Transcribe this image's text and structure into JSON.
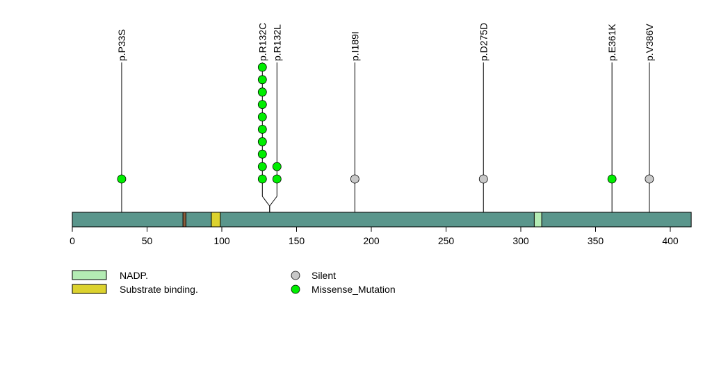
{
  "chart_data": {
    "type": "lollipop",
    "protein_length": 414,
    "xlim": [
      0,
      414
    ],
    "x_ticks": [
      0,
      50,
      100,
      150,
      200,
      250,
      300,
      350,
      400
    ],
    "x_tick_labels": [
      "0",
      "50",
      "100",
      "150",
      "200",
      "250",
      "300",
      "350",
      "400"
    ],
    "bar_color": "#5a968c",
    "domains": [
      {
        "name": "unlabeled region",
        "start": 74,
        "end": 76,
        "color": "#8b5e3c"
      },
      {
        "name": "Substrate binding.",
        "start": 93,
        "end": 99,
        "color": "#dcd22e"
      },
      {
        "name": "NADP.",
        "start": 309,
        "end": 314,
        "color": "#b4ecb4"
      }
    ],
    "mutations": [
      {
        "label": "p.P33S",
        "position": 33,
        "count": 1,
        "type": "Missense_Mutation"
      },
      {
        "label": "p.R132C",
        "position": 132,
        "count": 10,
        "type": "Missense_Mutation",
        "offset": -1
      },
      {
        "label": "p.R132L",
        "position": 132,
        "count": 2,
        "type": "Missense_Mutation",
        "offset": 1
      },
      {
        "label": "p.I189I",
        "position": 189,
        "count": 1,
        "type": "Silent"
      },
      {
        "label": "p.D275D",
        "position": 275,
        "count": 1,
        "type": "Silent"
      },
      {
        "label": "p.E361K",
        "position": 361,
        "count": 1,
        "type": "Missense_Mutation"
      },
      {
        "label": "p.V386V",
        "position": 386,
        "count": 1,
        "type": "Silent"
      }
    ],
    "legend_domains": [
      {
        "label": "NADP.",
        "color": "#b4ecb4"
      },
      {
        "label": "Substrate binding.",
        "color": "#dcd22e"
      }
    ],
    "legend_types": [
      {
        "label": "Silent",
        "color": "#c8c8c8"
      },
      {
        "label": "Missense_Mutation",
        "color": "#00ee00"
      }
    ]
  }
}
